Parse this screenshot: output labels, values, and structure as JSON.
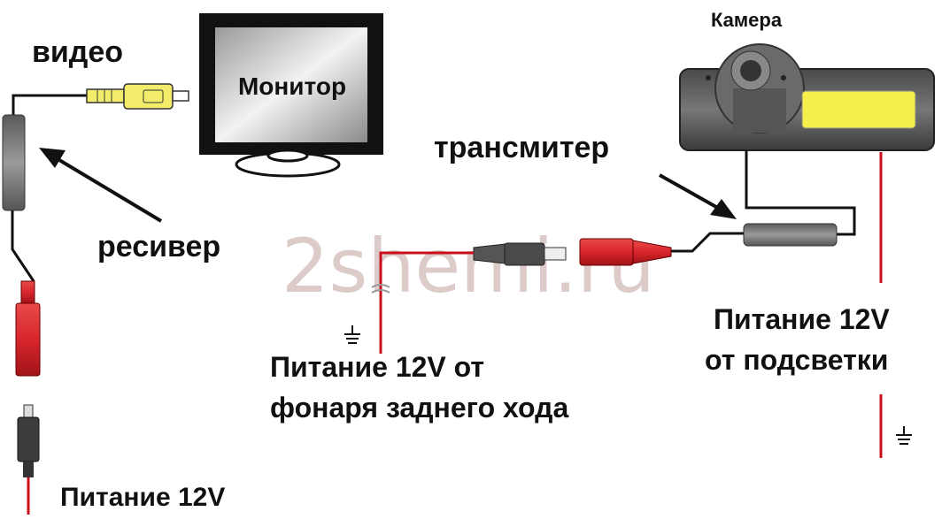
{
  "labels": {
    "video": "видео",
    "monitor": "Монитор",
    "receiver": "ресивер",
    "power_receiver": "Питание 12V",
    "camera": "Камера",
    "transmitter": "трансмитер",
    "power_reverse_line1": "Питание 12V от",
    "power_reverse_line2": "фонаря заднего хода",
    "power_backlight_line1": "Питание 12V",
    "power_backlight_line2": "от подсветки"
  },
  "watermark": "2shemi.ru",
  "colors": {
    "wire_red": "#c8101c",
    "wire_black": "#111111",
    "rca_yellow": "#f2ec6a",
    "connector_red": "#d8262c",
    "camera_light": "#f4ef4a"
  }
}
